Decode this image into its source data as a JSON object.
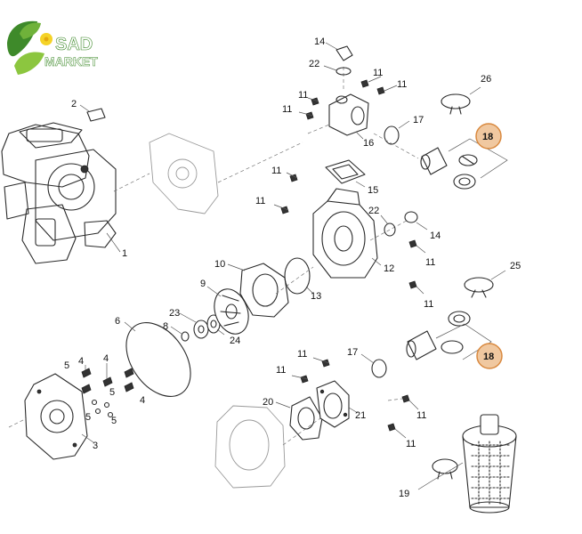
{
  "brand": {
    "line1": "SAD",
    "line2": "MARKET",
    "colors": {
      "leaf_dark": "#3e8a2a",
      "leaf_light": "#8cc63f",
      "flower": "#f5d327",
      "text_white": "#ffffff"
    }
  },
  "colors": {
    "highlight_circle": "#f0c8a0",
    "highlight_ring": "#d9893f",
    "line": "#2a2a2a"
  },
  "callouts": {
    "c1": "1",
    "c2": "2",
    "c3": "3",
    "c4a": "4",
    "c4b": "4",
    "c4c": "4",
    "c5a": "5",
    "c5b": "5",
    "c5c": "5",
    "c5d": "5",
    "c6": "6",
    "c8": "8",
    "c9": "9",
    "c10": "10",
    "c11a": "11",
    "c11b": "11",
    "c11c": "11",
    "c11d": "11",
    "c11e": "11",
    "c11f": "11",
    "c11g": "11",
    "c11h": "11",
    "c11i": "11",
    "c11j": "11",
    "c11k": "11",
    "c11l": "11",
    "c12": "12",
    "c13": "13",
    "c14a": "14",
    "c14b": "14",
    "c15": "15",
    "c16": "16",
    "c17a": "17",
    "c17b": "17",
    "c18a": "18",
    "c18b": "18",
    "c19": "19",
    "c20": "20",
    "c21": "21",
    "c22a": "22",
    "c22b": "22",
    "c23": "23",
    "c24": "24",
    "c25": "25",
    "c26": "26"
  }
}
